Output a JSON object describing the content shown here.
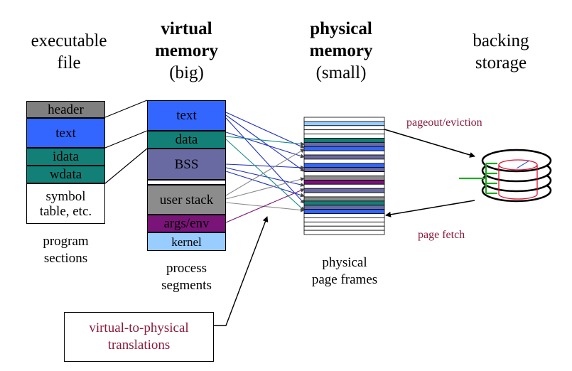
{
  "headings": {
    "executable": [
      "executable",
      "file"
    ],
    "virtual": [
      "virtual",
      "memory",
      "(big)"
    ],
    "physical": [
      "physical",
      "memory",
      "(small)"
    ],
    "backing": [
      "backing",
      "storage"
    ]
  },
  "program_sections": {
    "items": [
      "header",
      "text",
      "idata",
      "wdata",
      "symbol table, etc."
    ],
    "caption": [
      "program",
      "sections"
    ]
  },
  "process_segments": {
    "items": [
      "text",
      "data",
      "BSS",
      "user stack",
      "args/env",
      "kernel"
    ],
    "caption": [
      "process",
      "segments"
    ]
  },
  "page_frames_caption": [
    "physical",
    "page frames"
  ],
  "labels": {
    "pageout": "pageout/eviction",
    "page_fetch": "page fetch",
    "translations": [
      "virtual-to-physical",
      "translations"
    ]
  },
  "colors": {
    "header": "#7f7f7f",
    "text": "#3366ff",
    "idata": "#138078",
    "bss": "#6a6aa3",
    "stack": "#8c8c8c",
    "args": "#7a1478",
    "kernel": "#99ccff",
    "accent_red": "#8b1a3a",
    "disk_green": "#22aa22",
    "disk_red": "#dd1133"
  }
}
